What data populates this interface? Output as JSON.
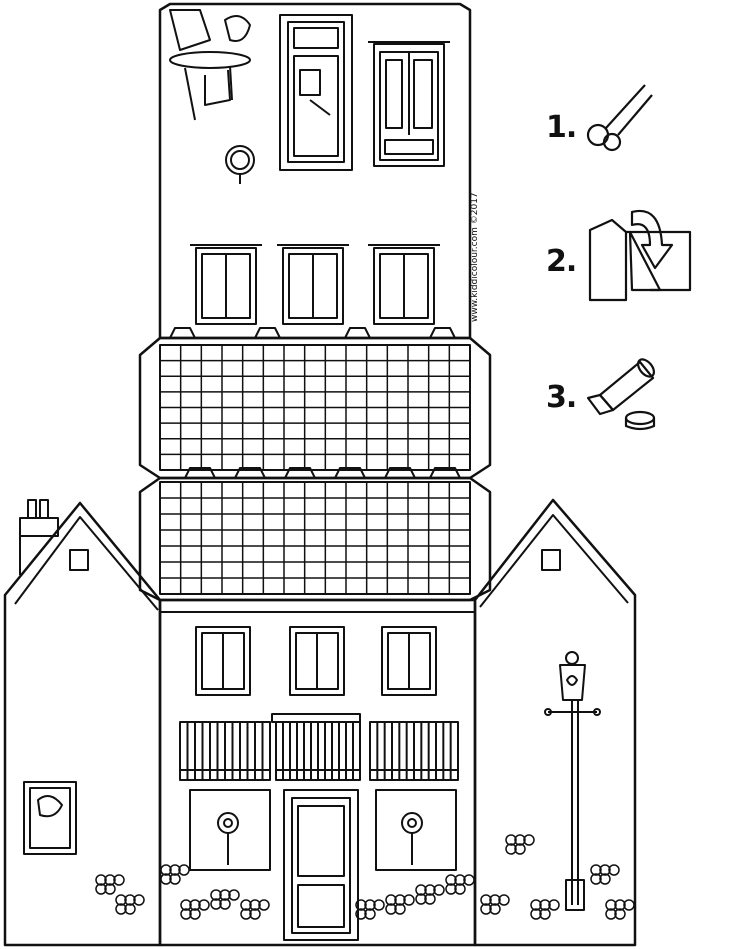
{
  "steps": [
    {
      "label": "1.",
      "icon": "scissors-icon"
    },
    {
      "label": "2.",
      "icon": "fold-paper-icon"
    },
    {
      "label": "3.",
      "icon": "glue-tube-icon"
    }
  ],
  "credit": "www.kiddicolour.com ©2017",
  "colors": {
    "ink": "#111111",
    "paper": "#ffffff"
  }
}
